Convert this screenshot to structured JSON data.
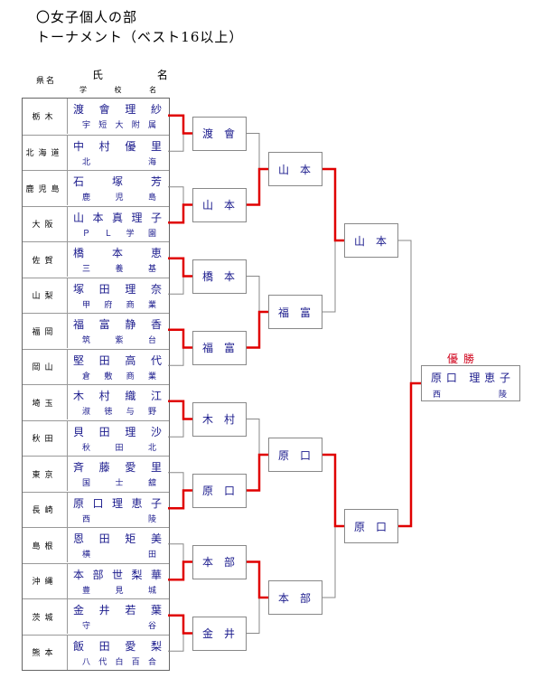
{
  "title": "〇女子個人の部",
  "subtitle": "トーナメント（ベスト16以上）",
  "headers": {
    "pref": "県名",
    "name": "氏 名",
    "school": "学 校 名"
  },
  "players": [
    {
      "pref": "栃木",
      "name": "渡會理紗",
      "school": "宇短大附属"
    },
    {
      "pref": "北海道",
      "name": "中村優里",
      "school": "北海"
    },
    {
      "pref": "鹿児島",
      "name": "石塚芳",
      "school": "鹿児島"
    },
    {
      "pref": "大阪",
      "name": "山本真理子",
      "school": "ＰＬ学園"
    },
    {
      "pref": "佐賀",
      "name": "橋本恵",
      "school": "三養基"
    },
    {
      "pref": "山梨",
      "name": "塚田理奈",
      "school": "甲府商業"
    },
    {
      "pref": "福岡",
      "name": "福富静香",
      "school": "筑紫台"
    },
    {
      "pref": "岡山",
      "name": "堅田高代",
      "school": "倉敷商業"
    },
    {
      "pref": "埼玉",
      "name": "木村織江",
      "school": "淑徳与野"
    },
    {
      "pref": "秋田",
      "name": "貝田理沙",
      "school": "秋田北"
    },
    {
      "pref": "東京",
      "name": "斉藤愛里",
      "school": "国士舘"
    },
    {
      "pref": "長崎",
      "name": "原口理恵子",
      "school": "西陵"
    },
    {
      "pref": "島根",
      "name": "恩田矩美",
      "school": "横田"
    },
    {
      "pref": "沖縄",
      "name": "本部世梨華",
      "school": "豊見城"
    },
    {
      "pref": "茨城",
      "name": "金井若葉",
      "school": "守谷"
    },
    {
      "pref": "熊本",
      "name": "飯田愛梨",
      "school": "八代白百合"
    }
  ],
  "round2": [
    "渡會",
    "山本",
    "橋本",
    "福富",
    "木村",
    "原口",
    "本部",
    "金井"
  ],
  "round3": [
    "山本",
    "福富",
    "原口",
    "本部"
  ],
  "round4": [
    "山本",
    "原口"
  ],
  "champion_label": "優勝",
  "champion": {
    "name": "原口 理恵子",
    "school": "西 陵"
  },
  "colors": {
    "winner_line": "#e00000",
    "line": "#888888",
    "text_blue": "#1a1a8c"
  }
}
